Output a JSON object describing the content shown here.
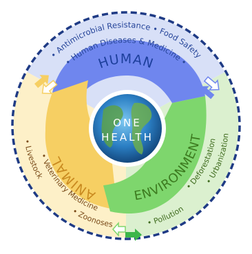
{
  "diagram": {
    "center": {
      "line1": "ONE",
      "line2": "HEALTH"
    },
    "outer_top": {
      "line1": "• Antimicrobial Resistance  •  Food Safety",
      "line2": "• Human Diseases & Medicine •"
    },
    "outer_right": {
      "line1": "• Urbanization",
      "line2": "• Deforestation",
      "line3": "• Pollution"
    },
    "outer_left": {
      "line1": "• Livestock",
      "line2": "• Veterinary Medicine",
      "line3": "• Zoonoses"
    },
    "sectors": {
      "human": "HUMAN",
      "animal": "ANIMAL",
      "environment": "ENVIRONMENT"
    },
    "colors": {
      "human": "#6f86ee",
      "animal": "#f6cf63",
      "environment": "#7ed66d",
      "outer_human": "#d8e0f7",
      "outer_animal": "#fdf0c8",
      "outer_environment": "#dbf0cf",
      "border": "#1f3b85"
    },
    "icons": [
      "arrow-pair-icon-top-left",
      "arrow-pair-icon-top-right",
      "arrow-pair-icon-bottom"
    ]
  }
}
